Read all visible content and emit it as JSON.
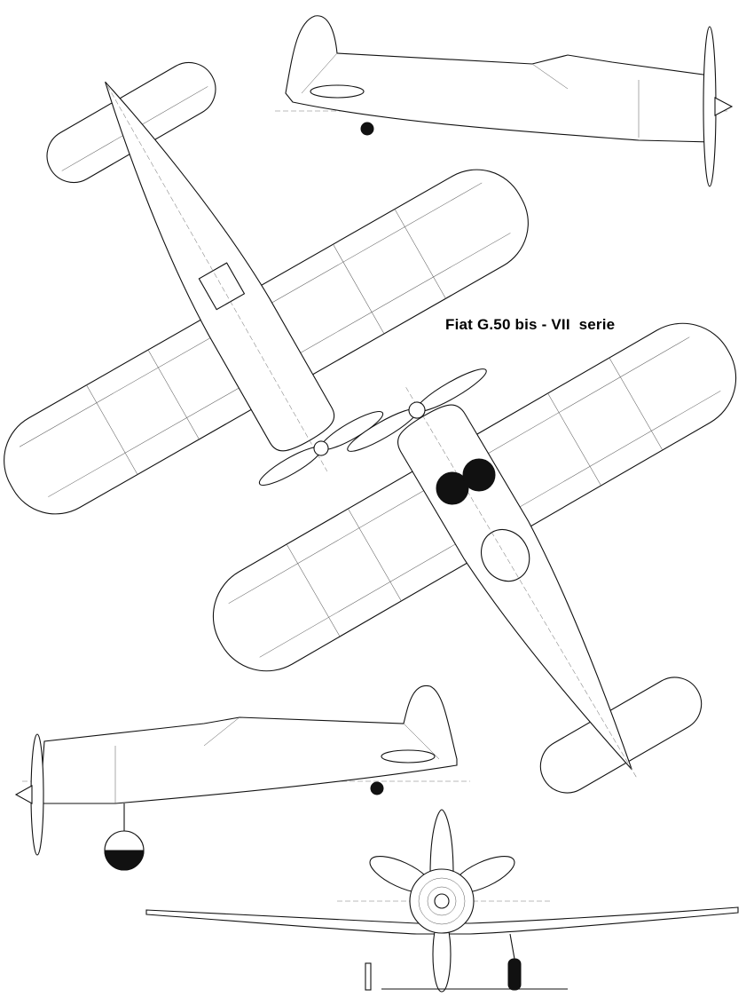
{
  "title": "Fiat G.50 bis - VII  serie",
  "views": [
    "plan-top",
    "plan-bottom",
    "side-right",
    "side-left",
    "front"
  ]
}
